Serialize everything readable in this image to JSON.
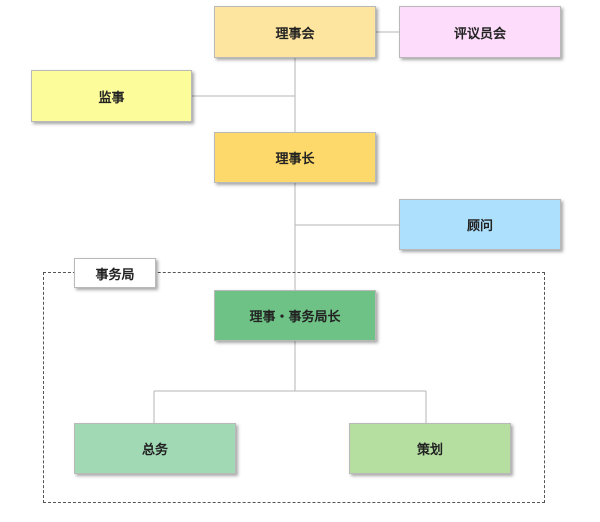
{
  "nodes": {
    "board": "理事会",
    "council": "评议员会",
    "auditor": "监事",
    "chairman": "理事长",
    "advisor": "顾问",
    "director": "理事・事务局长",
    "general_affairs": "总务",
    "planning": "策划"
  },
  "group_label": "事务局",
  "colors": {
    "board": "#fde59f",
    "council": "#fddcfb",
    "auditor": "#fdfc9a",
    "chairman": "#fdd86a",
    "advisor": "#ade0fd",
    "director": "#6fc286",
    "general_affairs": "#a1d9b5",
    "planning": "#b4dfa0"
  }
}
